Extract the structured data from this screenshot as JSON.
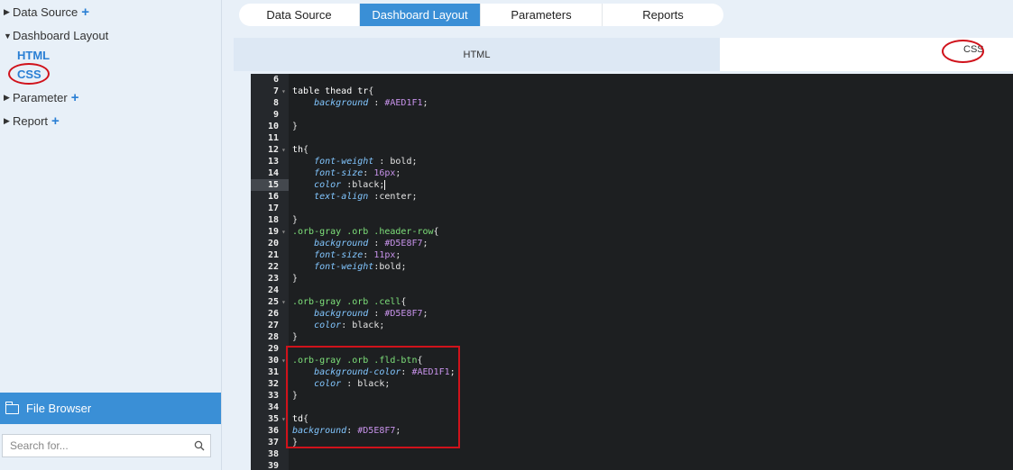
{
  "sidebar": {
    "items": [
      {
        "label": "Data Source",
        "has_plus": true,
        "expanded": false
      },
      {
        "label": "Dashboard Layout",
        "has_plus": false,
        "expanded": true,
        "children": [
          {
            "label": "HTML"
          },
          {
            "label": "CSS"
          }
        ]
      },
      {
        "label": "Parameter",
        "has_plus": true,
        "expanded": false
      },
      {
        "label": "Report",
        "has_plus": true,
        "expanded": false
      }
    ],
    "file_browser": {
      "label": "File Browser"
    },
    "search": {
      "placeholder": "Search for..."
    }
  },
  "tabs": [
    {
      "label": "Data Source",
      "active": false
    },
    {
      "label": "Dashboard Layout",
      "active": true
    },
    {
      "label": "Parameters",
      "active": false
    },
    {
      "label": "Reports",
      "active": false
    }
  ],
  "subtabs": {
    "html": "HTML",
    "css": "CSS"
  },
  "editor": {
    "current_line": "15",
    "lines": [
      {
        "n": "6",
        "text": ""
      },
      {
        "n": "7",
        "text": "table thead tr{"
      },
      {
        "n": "8",
        "text": "    background : #AED1F1;"
      },
      {
        "n": "9",
        "text": ""
      },
      {
        "n": "10",
        "text": "}"
      },
      {
        "n": "11",
        "text": ""
      },
      {
        "n": "12",
        "text": "th{"
      },
      {
        "n": "13",
        "text": "    font-weight : bold;"
      },
      {
        "n": "14",
        "text": "    font-size: 16px;"
      },
      {
        "n": "15",
        "text": "    color :black;"
      },
      {
        "n": "16",
        "text": "    text-align :center;"
      },
      {
        "n": "17",
        "text": ""
      },
      {
        "n": "18",
        "text": "}"
      },
      {
        "n": "19",
        "text": ".orb-gray .orb .header-row{"
      },
      {
        "n": "20",
        "text": "    background : #D5E8F7;"
      },
      {
        "n": "21",
        "text": "    font-size: 11px;"
      },
      {
        "n": "22",
        "text": "    font-weight:bold;"
      },
      {
        "n": "23",
        "text": "}"
      },
      {
        "n": "24",
        "text": ""
      },
      {
        "n": "25",
        "text": ".orb-gray .orb .cell{"
      },
      {
        "n": "26",
        "text": "    background : #D5E8F7;"
      },
      {
        "n": "27",
        "text": "    color: black;"
      },
      {
        "n": "28",
        "text": "}"
      },
      {
        "n": "29",
        "text": ""
      },
      {
        "n": "30",
        "text": ".orb-gray .orb .fld-btn{"
      },
      {
        "n": "31",
        "text": "    background-color: #AED1F1;"
      },
      {
        "n": "32",
        "text": "    color : black;"
      },
      {
        "n": "33",
        "text": "}"
      },
      {
        "n": "34",
        "text": ""
      },
      {
        "n": "35",
        "text": "td{"
      },
      {
        "n": "36",
        "text": "background: #D5E8F7;"
      },
      {
        "n": "37",
        "text": "}"
      },
      {
        "n": "38",
        "text": ""
      },
      {
        "n": "39",
        "text": ""
      }
    ],
    "foldable_lines": [
      "7",
      "12",
      "19",
      "25",
      "30",
      "35"
    ]
  },
  "colors": {
    "accent": "#3a8fd6",
    "annotation_red": "#d0121b",
    "editor_bg": "#1d1f21"
  },
  "icons": {
    "tree_collapsed": "triangle-right-icon",
    "tree_expanded": "triangle-down-icon",
    "add": "plus-icon",
    "folder": "folder-icon",
    "search": "search-icon"
  }
}
